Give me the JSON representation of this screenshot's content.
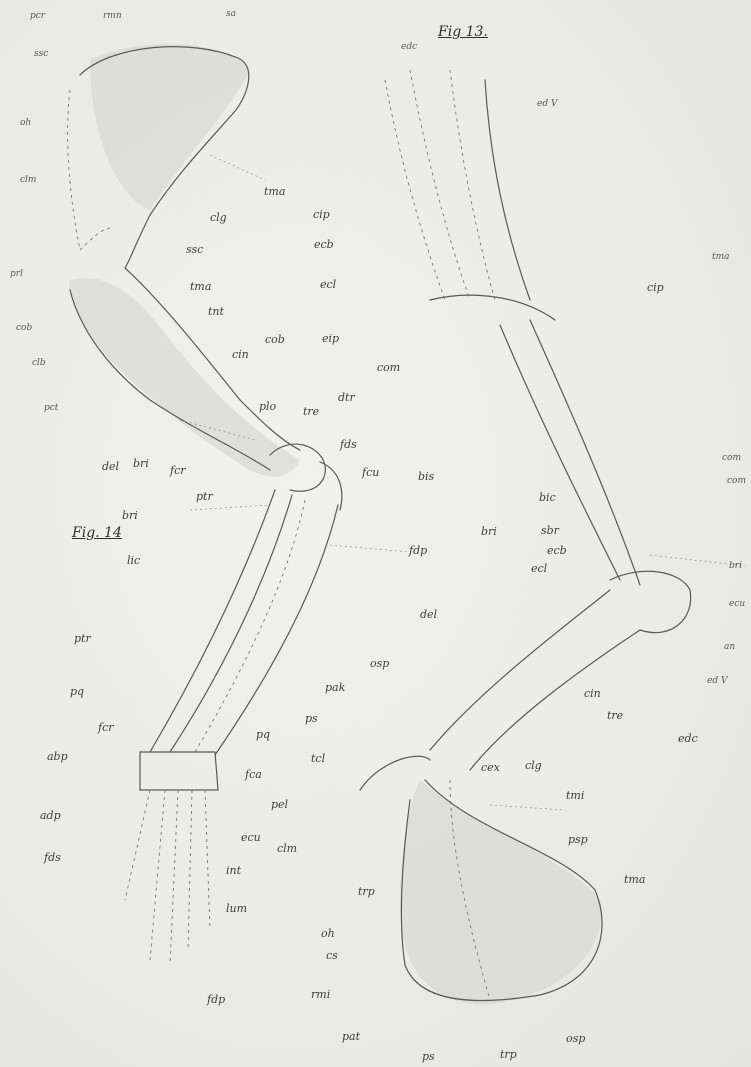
{
  "figures": {
    "fig13": "Fig 13.",
    "fig14": "Fig. 14"
  },
  "labels": {
    "pcr": "pcr",
    "rmn": "rmn",
    "sa": "sa",
    "ssc_top": "ssc",
    "oh_top": "oh",
    "clm_left": "clm",
    "prl": "prl",
    "cob_left": "cob",
    "clb": "clb",
    "pct": "pct",
    "clg_top": "clg",
    "ssc_mid": "ssc",
    "tma_a": "tma",
    "tma_b": "tma",
    "tnt": "tnt",
    "cip_a": "cip",
    "ecb_a": "ecb",
    "ecl_a": "ecl",
    "cob_mid": "cob",
    "eip": "eip",
    "com_a": "com",
    "cin_a": "cin",
    "plo": "plo",
    "tre_a": "tre",
    "dtr": "dtr",
    "fds": "fds",
    "fcu": "fcu",
    "del_a": "del",
    "bri_a": "bri",
    "fcr_a": "fcr",
    "ptr_a": "ptr",
    "bis": "bis",
    "bri_b": "bri",
    "fdp_a": "fdp",
    "lic": "lic",
    "ptr_b": "ptr",
    "pq_a": "pq",
    "fcr_b": "fcr",
    "abp": "abp",
    "pq_b": "pq",
    "fca": "fca",
    "tcl": "tcl",
    "ps_a": "ps",
    "pak": "pak",
    "osp_a": "osp",
    "del_b": "del",
    "adp": "adp",
    "fds_b": "fds",
    "pel": "pel",
    "ecu_a": "ecu",
    "clm_b": "clm",
    "int": "int",
    "lum": "lum",
    "trp_a": "trp",
    "oh_b": "oh",
    "cs": "cs",
    "rmi": "rmi",
    "fdp_b": "fdp",
    "pat": "pat",
    "ps_b": "ps",
    "trp_b": "trp",
    "osp_b": "osp",
    "edc_a": "edc",
    "ed5_a": "ed V",
    "tma_c": "tma",
    "cip_b": "cip",
    "com_b": "com",
    "com_c": "com",
    "bic": "bic",
    "bri_c": "bri",
    "sbr": "sbr",
    "ecb_b": "ecb",
    "ecl_b": "ecl",
    "bri_d": "bri",
    "ecu_b": "ecu",
    "an": "an",
    "ed5_b": "ed V",
    "cin_b": "cin",
    "tre_b": "tre",
    "edc_b": "edc",
    "cex": "cex",
    "clg_b": "clg",
    "tmi": "tmi",
    "psp": "psp",
    "tma_d": "tma"
  }
}
